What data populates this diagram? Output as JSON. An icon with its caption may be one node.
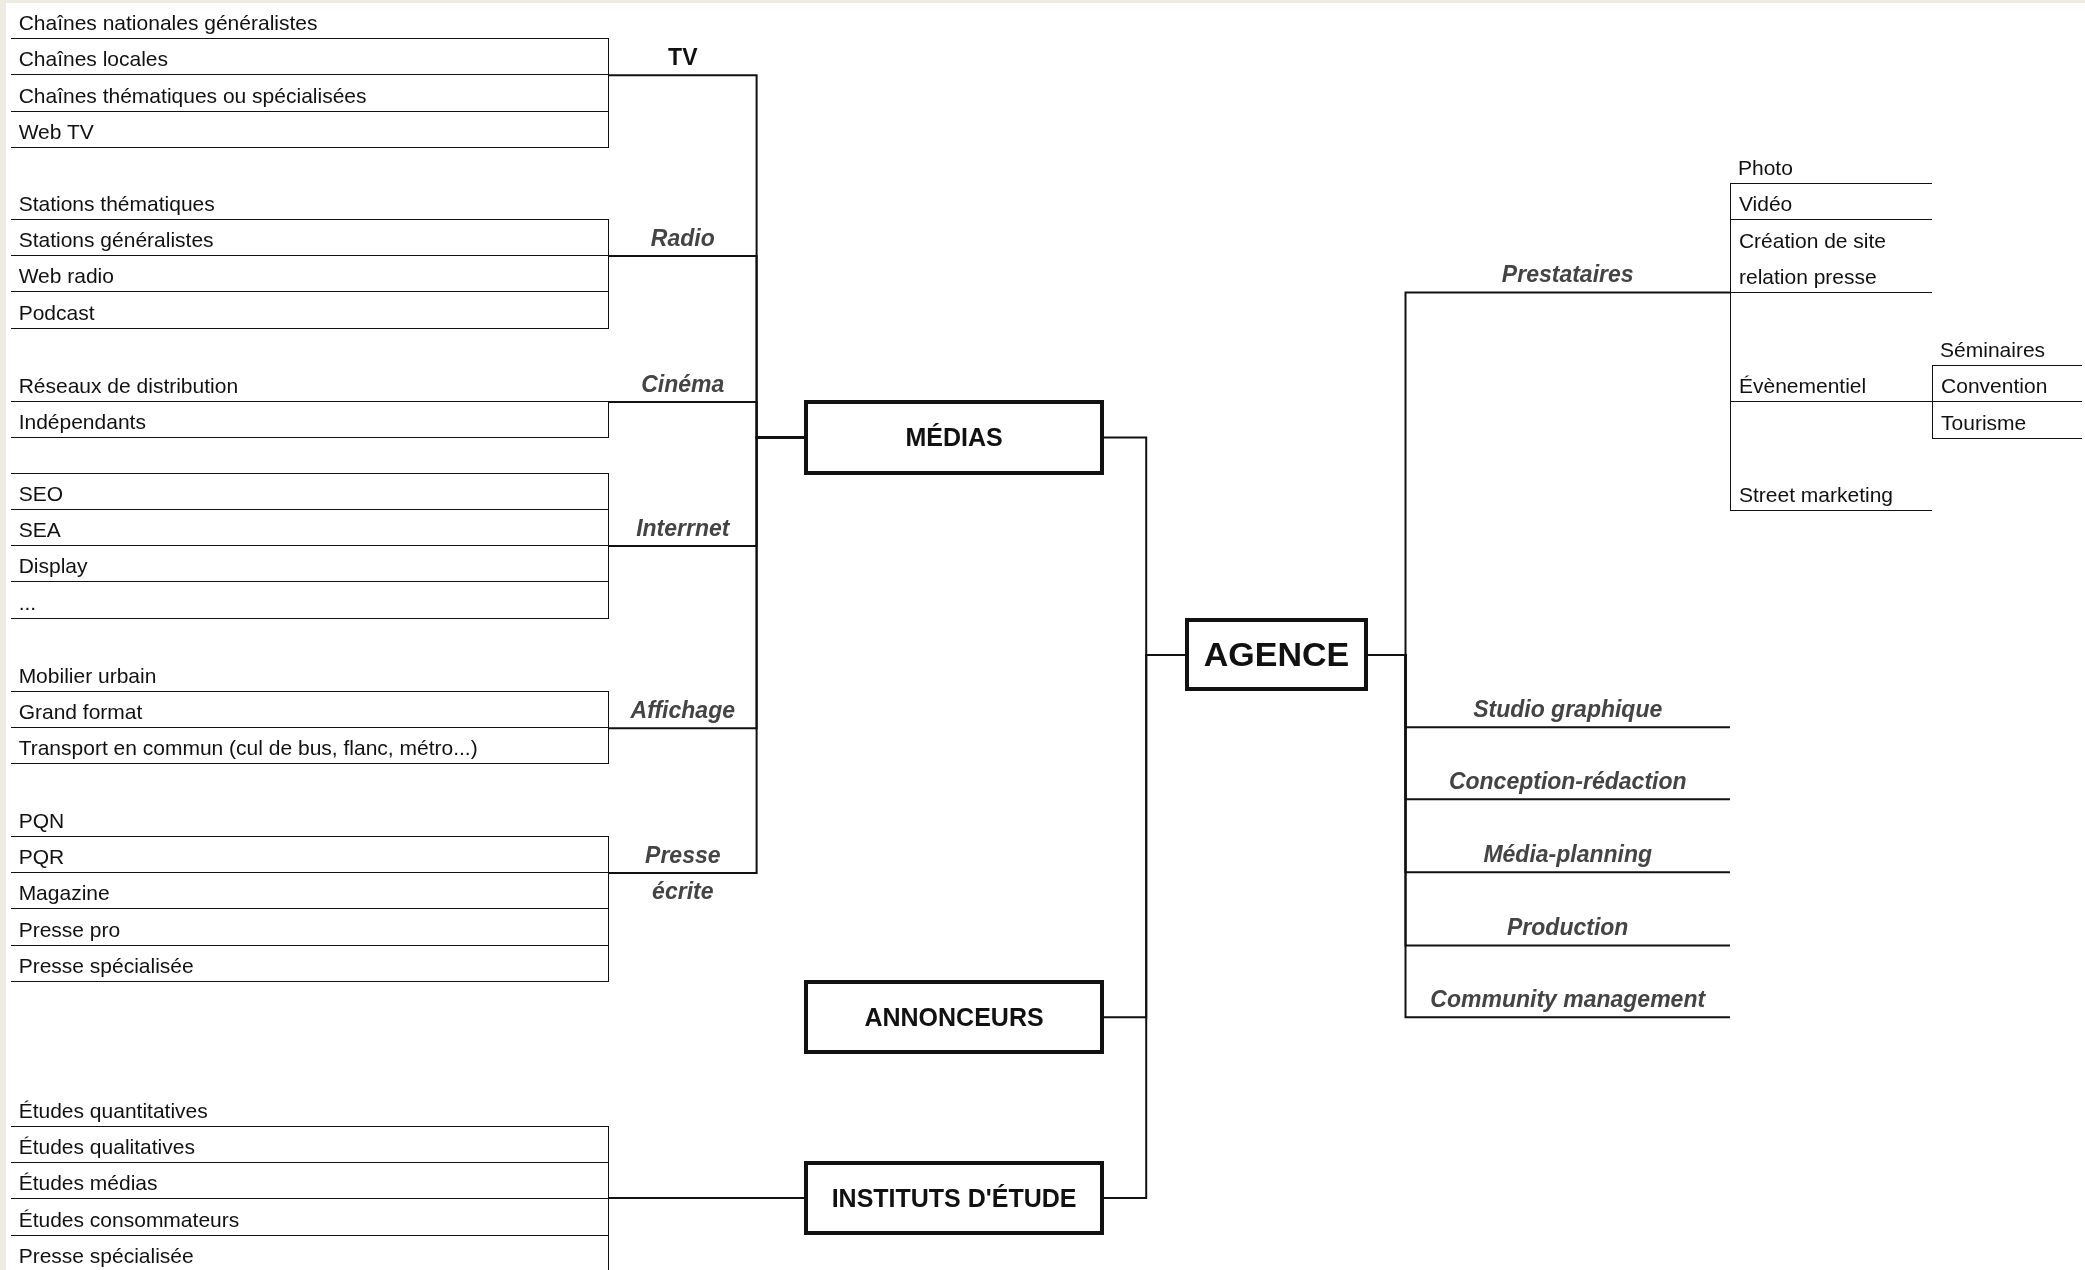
{
  "diagram": {
    "nodes": [
      {
        "text": [
          "Chaînes nationales généralistes",
          "Chaînes locales",
          "Chaînes thématiques ou spécialisées",
          "Web TV"
        ]
      },
      {
        "text": [
          "Stations  thématiques",
          "Stations généralistes",
          "Web radio",
          "Podcast"
        ]
      },
      {
        "text": [
          "Réseaux de distribution",
          "Indépendants"
        ]
      },
      {
        "text": [
          "SEO",
          "SEA",
          "Display",
          "..."
        ]
      },
      {
        "text": [
          "Mobilier urbain",
          "Grand format",
          "Transport en commun (cul de bus, flanc, métro...)"
        ]
      },
      {
        "text": [
          "PQN",
          "PQR",
          "Magazine",
          "Presse pro",
          "Presse spécialisée"
        ]
      },
      {
        "text": [
          "Études quantitatives",
          "Études qualitatives",
          "Études médias",
          "Études consommateurs",
          "Presse spécialisée"
        ]
      },
      {
        "text": [
          "MÉDIAS"
        ]
      },
      {
        "text": [
          "ANNONCEURS"
        ]
      },
      {
        "text": [
          "INSTITUTS D'ÉTUDE"
        ]
      },
      {
        "text": [
          "AGENCE"
        ]
      },
      {
        "text": [
          "Photo",
          "Vidéo",
          "Création de site",
          "relation presse",
          "Évènementiel",
          "Street marketing"
        ]
      },
      {
        "text": [
          "Séminaires",
          "Convention",
          "Tourisme"
        ]
      }
    ],
    "edges": [
      {
        "from": 0,
        "to": 7,
        "arrow": "none",
        "label": "TV"
      },
      {
        "from": 1,
        "to": 7,
        "arrow": "none",
        "label": "Radio"
      },
      {
        "from": 2,
        "to": 7,
        "arrow": "none",
        "label": "Cinéma"
      },
      {
        "from": 3,
        "to": 7,
        "arrow": "none",
        "label": "Interrnet"
      },
      {
        "from": 4,
        "to": 7,
        "arrow": "none",
        "label": "Affichage"
      },
      {
        "from": 5,
        "to": 7,
        "arrow": "none",
        "label": "Presse écrite"
      },
      {
        "from": 6,
        "to": 9,
        "arrow": "none"
      },
      {
        "from": 7,
        "to": 10,
        "arrow": "none"
      },
      {
        "from": 8,
        "to": 10,
        "arrow": "none"
      },
      {
        "from": 9,
        "to": 10,
        "arrow": "none"
      },
      {
        "from": 10,
        "to": 11,
        "arrow": "none",
        "label": "Prestataires"
      },
      {
        "from": 10,
        "to": null,
        "arrow": "none",
        "label": "Studio graphique"
      },
      {
        "from": 10,
        "to": null,
        "arrow": "none",
        "label": "Conception-rédaction"
      },
      {
        "from": 10,
        "to": null,
        "arrow": "none",
        "label": "Média-planning"
      },
      {
        "from": 10,
        "to": null,
        "arrow": "none",
        "label": "Production"
      },
      {
        "from": 10,
        "to": null,
        "arrow": "none",
        "label": "Community management"
      }
    ]
  }
}
